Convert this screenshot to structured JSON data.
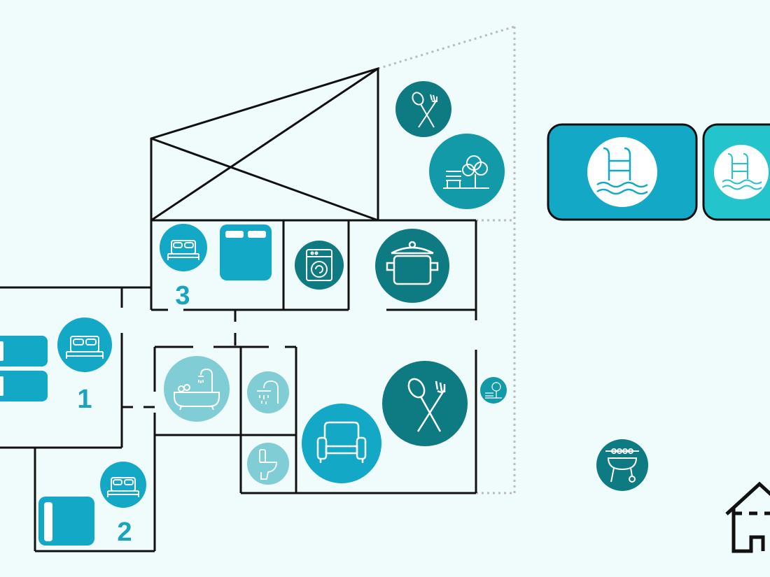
{
  "rooms": {
    "bedroom_1": {
      "number": "1"
    },
    "bedroom_2": {
      "number": "2"
    },
    "bedroom_3": {
      "number": "3"
    }
  },
  "colors": {
    "background": "#f0fbfc",
    "wall": "#111111",
    "dotted_boundary": "#bbbbbb",
    "teal_dark": "#0e7a82",
    "teal_mid": "#139aa8",
    "cyan": "#12a8c6",
    "cyan_light": "#24c4cc",
    "teal_pale": "#80cdd6",
    "number_text": "#19a3bd",
    "icon_line": "#ffffff"
  },
  "icons": [
    "double-bed-icon",
    "single-bed-icon",
    "washing-machine-icon",
    "cooking-pot-icon",
    "bathtub-icon",
    "shower-icon",
    "toilet-icon",
    "sofa-icon",
    "cutlery-icon",
    "bench-tree-icon",
    "swimming-pool-icon",
    "barbecue-grill-icon",
    "house-icon"
  ]
}
